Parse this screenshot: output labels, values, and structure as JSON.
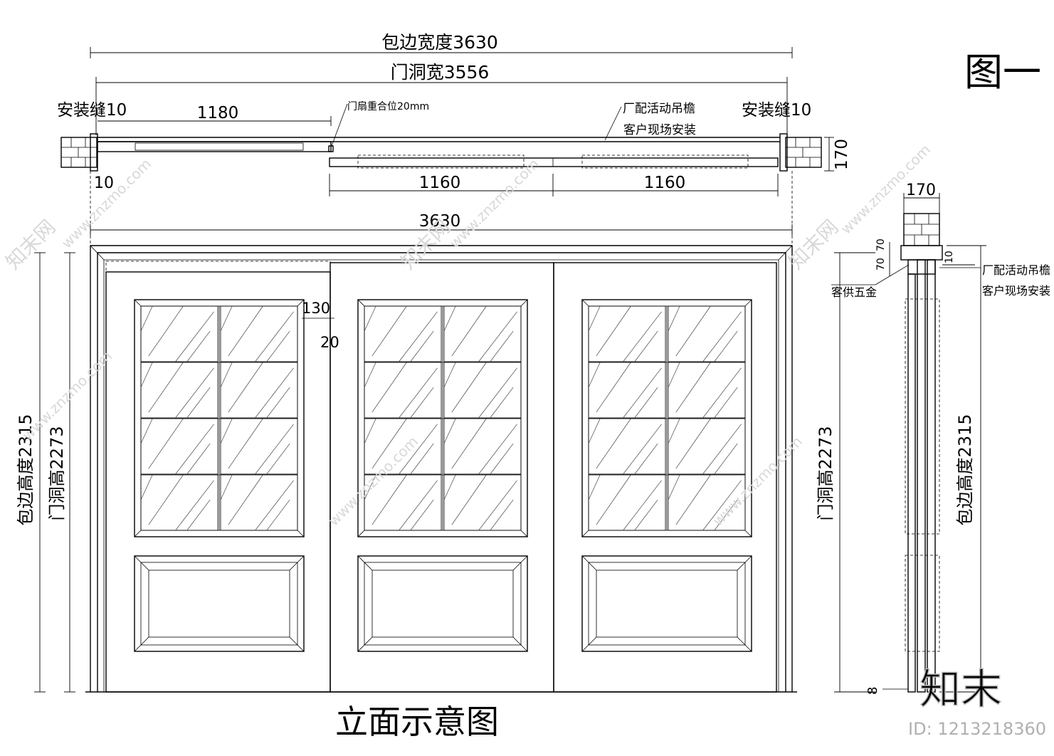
{
  "figure_label": "图一",
  "plan": {
    "total_width_label": "包边宽度3630",
    "opening_width_label": "门洞宽3556",
    "gap_left_label": "安装缝10",
    "gap_right_label": "安装缝10",
    "leaf_left_label": "1180",
    "overlap_note": "门扇重合位20mm",
    "track_note_1": "厂配活动吊檐",
    "track_note_2": "客户现场安装",
    "depth_label": "170",
    "gap_small_label": "10",
    "leaf_mid_label": "1160",
    "leaf_right_label": "1160"
  },
  "elevation": {
    "total_width_label": "3630",
    "trim_height_label": "包边高度2315",
    "opening_height_label": "门洞高2273",
    "stile_label": "130",
    "rail_label": "20",
    "title": "立面示意图"
  },
  "section": {
    "width_label": "170",
    "dim_70a": "70",
    "dim_70b": "70",
    "dim_10": "10",
    "hardware_note": "客供五金",
    "track_note_1": "厂配活动吊檐",
    "track_note_2": "客户现场安装",
    "opening_height_label": "门洞高2273",
    "trim_height_label": "包边高度2315",
    "bottom_gap_label": "8"
  },
  "watermark": {
    "brand": "知末",
    "id_text": "ID: 1213218360",
    "site_text": "www.znzmo.com",
    "site_cn": "知末网"
  }
}
